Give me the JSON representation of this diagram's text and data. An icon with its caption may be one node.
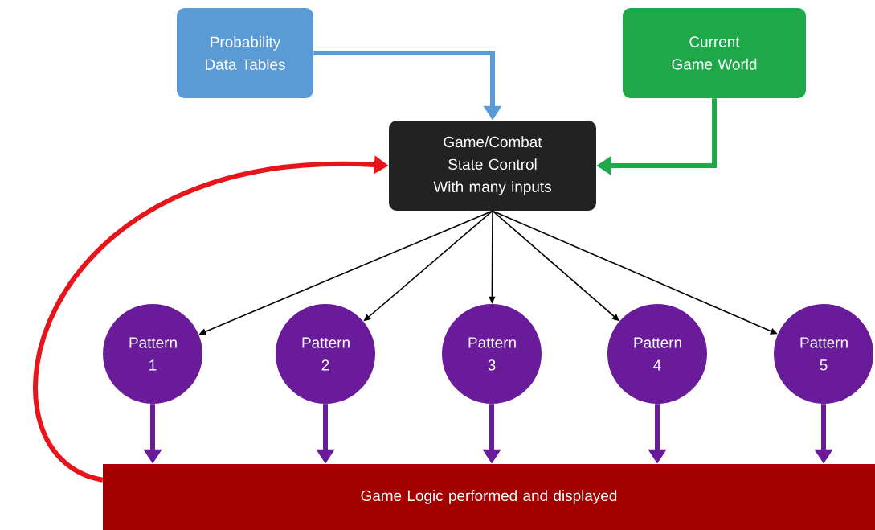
{
  "diagram": {
    "nodes": [
      {
        "text": [
          "Probability Data Tables"
        ]
      },
      {
        "text": [
          "Current Game World"
        ]
      },
      {
        "text": [
          "Game/Combat State Control With many inputs"
        ]
      },
      {
        "text": [
          "Pattern 1"
        ]
      },
      {
        "text": [
          "Pattern 2"
        ]
      },
      {
        "text": [
          "Pattern 3"
        ]
      },
      {
        "text": [
          "Pattern 4"
        ]
      },
      {
        "text": [
          "Pattern 5"
        ]
      },
      {
        "text": [
          "Game Logic performed and displayed"
        ]
      }
    ],
    "edges": [
      {
        "from": 0,
        "to": 2,
        "arrow": "to",
        "color": "#5b9bd5"
      },
      {
        "from": 1,
        "to": 2,
        "arrow": "to",
        "color": "#1ea84a"
      },
      {
        "from": 2,
        "to": 3,
        "arrow": "to"
      },
      {
        "from": 2,
        "to": 4,
        "arrow": "to"
      },
      {
        "from": 2,
        "to": 5,
        "arrow": "to"
      },
      {
        "from": 2,
        "to": 6,
        "arrow": "to"
      },
      {
        "from": 2,
        "to": 7,
        "arrow": "to"
      },
      {
        "from": 3,
        "to": 8,
        "arrow": "to",
        "color": "#6a1b9a"
      },
      {
        "from": 4,
        "to": 8,
        "arrow": "to",
        "color": "#6a1b9a"
      },
      {
        "from": 5,
        "to": 8,
        "arrow": "to",
        "color": "#6a1b9a"
      },
      {
        "from": 6,
        "to": 8,
        "arrow": "to",
        "color": "#6a1b9a"
      },
      {
        "from": 7,
        "to": 8,
        "arrow": "to",
        "color": "#6a1b9a"
      },
      {
        "from": 8,
        "to": 2,
        "arrow": "to",
        "color": "#e8141b"
      }
    ]
  }
}
